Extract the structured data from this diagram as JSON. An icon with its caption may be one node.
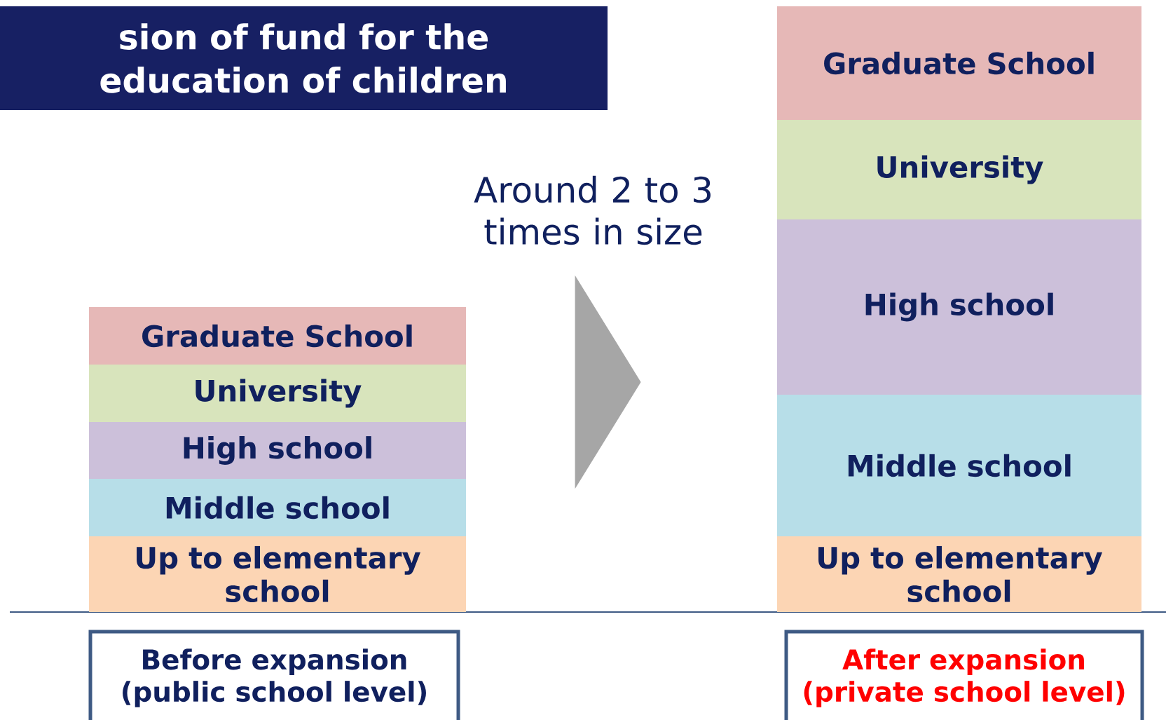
{
  "diagram": {
    "title": "sion of fund for the education of children",
    "nodes": [
      {
        "text": [
          "Graduate School"
        ]
      },
      {
        "text": [
          "University"
        ]
      },
      {
        "text": [
          "High school"
        ]
      },
      {
        "text": [
          "Middle school"
        ]
      },
      {
        "text": [
          "Up to elementary school"
        ]
      },
      {
        "text": [
          "Graduate School"
        ]
      },
      {
        "text": [
          "University"
        ]
      },
      {
        "text": [
          "High school"
        ]
      },
      {
        "text": [
          "Middle school"
        ]
      },
      {
        "text": [
          "Up to elementary school"
        ]
      },
      {
        "text": [
          "Before expansion (public school level)"
        ]
      },
      {
        "text": [
          "After expansion (private school level)"
        ]
      }
    ],
    "edges": [
      {
        "from": 2,
        "to": 7,
        "arrow": "to",
        "label": "Around 2 to 3 times in size",
        "style": "thick",
        "color": "#a6a6a6"
      }
    ]
  }
}
